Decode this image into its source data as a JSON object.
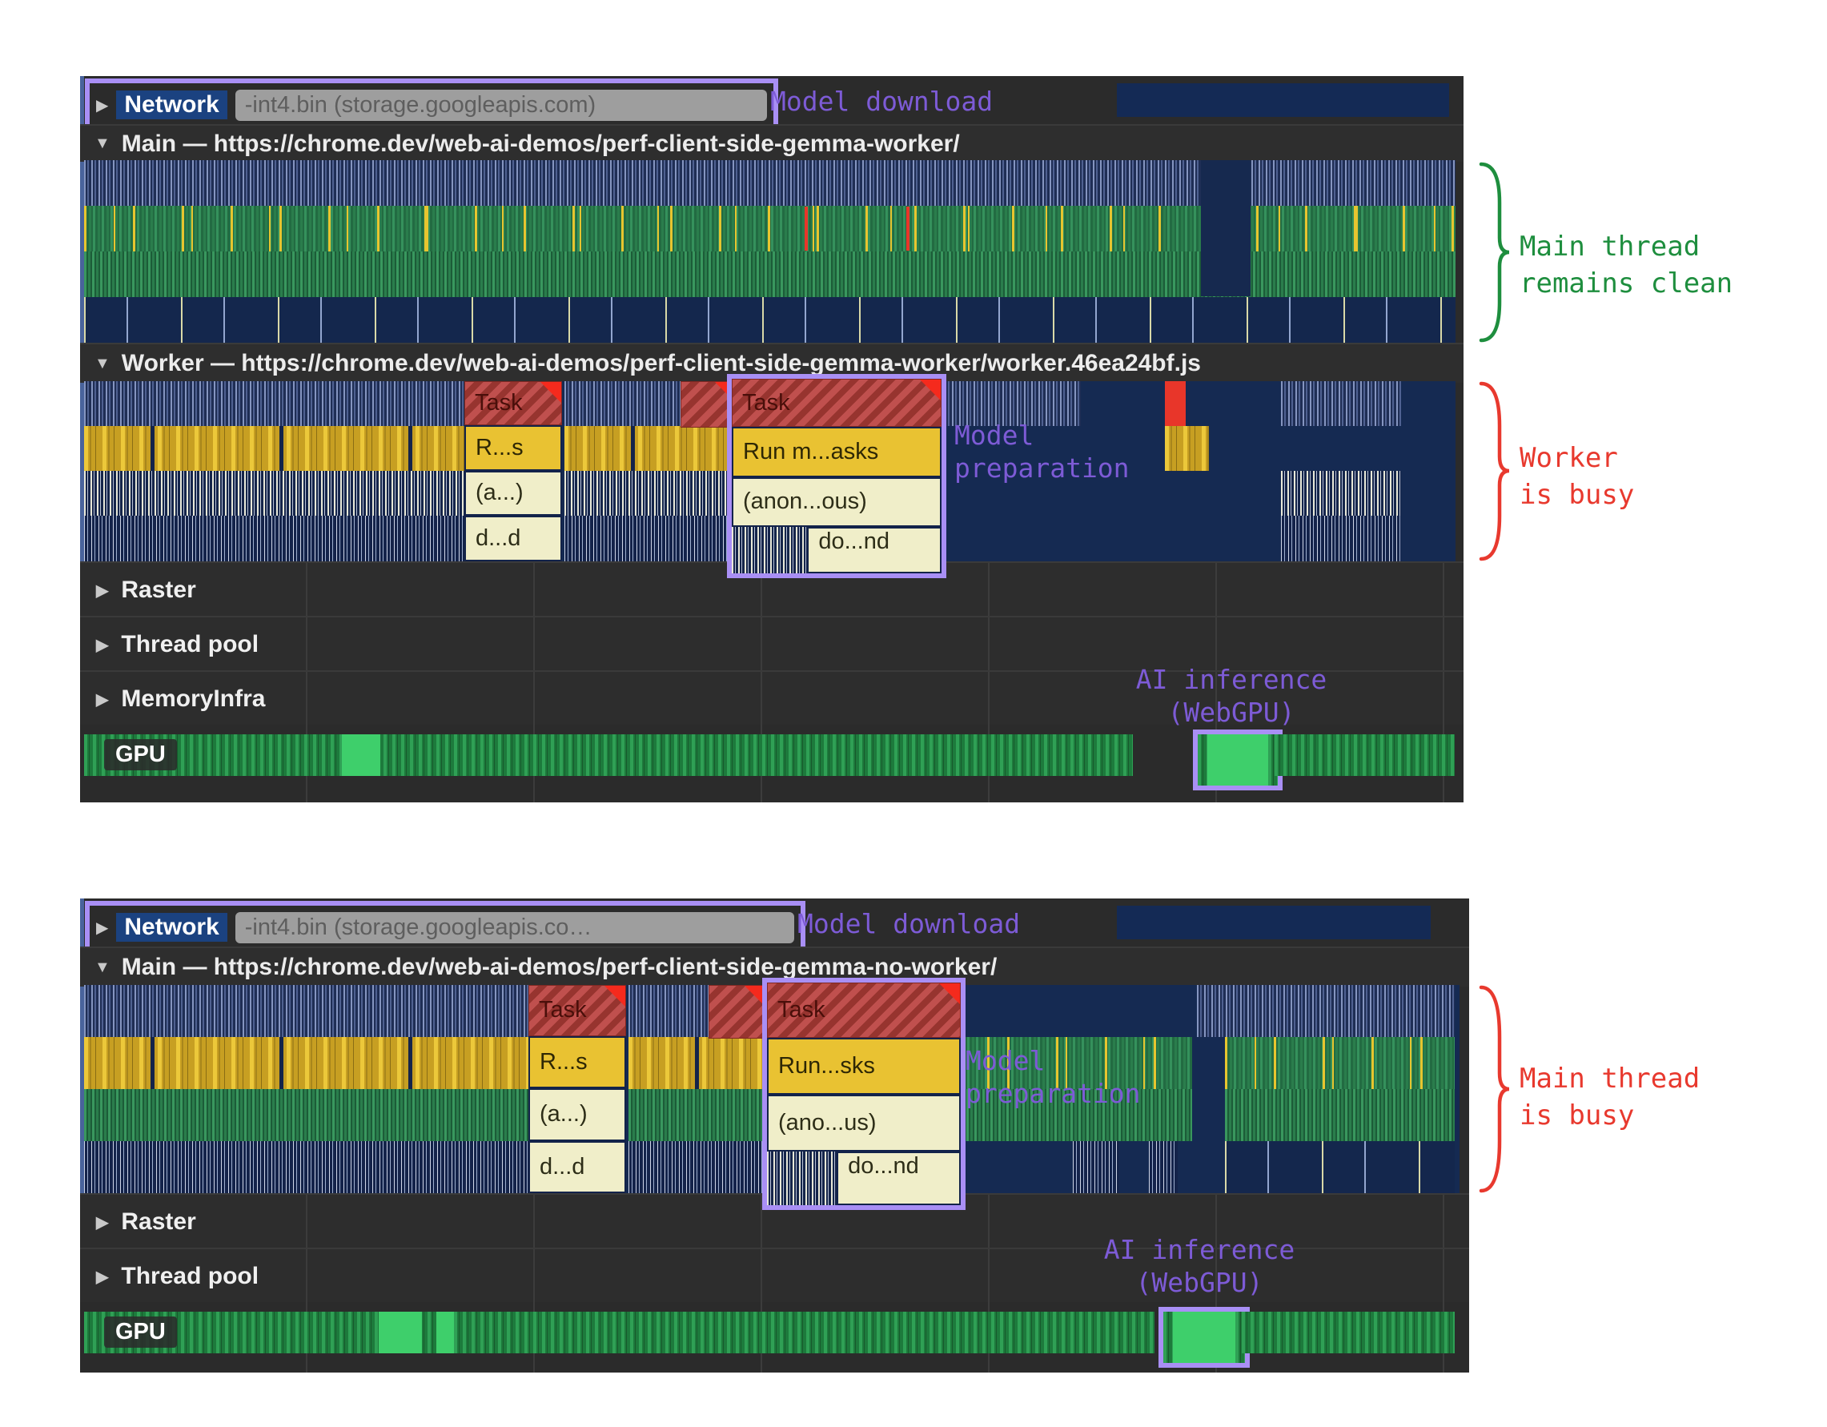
{
  "colors": {
    "purple_outline": "#a98ff5",
    "purple_text": "#7d5bd6",
    "green_text": "#1e8e3e",
    "red_text": "#e8392e",
    "panel_bg": "#2b2b2b",
    "task_yellow": "#e9c232",
    "task_pale": "#f0eec9",
    "gpu_green": "#2fa055"
  },
  "ui": {
    "disclosure_expanded": "▼",
    "disclosure_collapsed": "▶"
  },
  "p1": {
    "network": {
      "label": "Network",
      "request": "-int4.bin (storage.googleapis.com)",
      "annotation": "Model download"
    },
    "main_header": "Main — https://chrome.dev/web-ai-demos/perf-client-side-gemma-worker/",
    "worker_header": "Worker — https://chrome.dev/web-ai-demos/perf-client-side-gemma-worker/worker.46ea24bf.js",
    "task1": {
      "title": "Task",
      "row2": "R...s",
      "row3": "(a...)",
      "row4": "d...d"
    },
    "task2": {
      "title": "Task",
      "row2": "Run m...asks",
      "row3": "(anon...ous)",
      "row4": "do...nd"
    },
    "model_preparation": "Model preparation",
    "tracks": {
      "raster": "Raster",
      "thread_pool": "Thread pool",
      "memory_infra": "MemoryInfra",
      "gpu": "GPU"
    },
    "ai_inference": {
      "line1": "AI inference",
      "line2": "(WebGPU)"
    },
    "note_main": {
      "line1": "Main thread",
      "line2": "remains clean"
    },
    "note_worker": {
      "line1": "Worker",
      "line2": "is busy"
    }
  },
  "p2": {
    "network": {
      "label": "Network",
      "request": "-int4.bin (storage.googleapis.co…",
      "annotation": "Model download"
    },
    "main_header": "Main — https://chrome.dev/web-ai-demos/perf-client-side-gemma-no-worker/",
    "task1": {
      "title": "Task",
      "row2": "R...s",
      "row3": "(a...)",
      "row4": "d...d"
    },
    "task2": {
      "title": "Task",
      "row2": "Run...sks",
      "row3": "(ano...us)",
      "row4": "do...nd"
    },
    "model_preparation": "Model preparation",
    "tracks": {
      "raster": "Raster",
      "thread_pool": "Thread pool",
      "gpu": "GPU"
    },
    "ai_inference": {
      "line1": "AI inference",
      "line2": "(WebGPU)"
    },
    "note_main": {
      "line1": "Main thread",
      "line2": "is busy"
    }
  }
}
